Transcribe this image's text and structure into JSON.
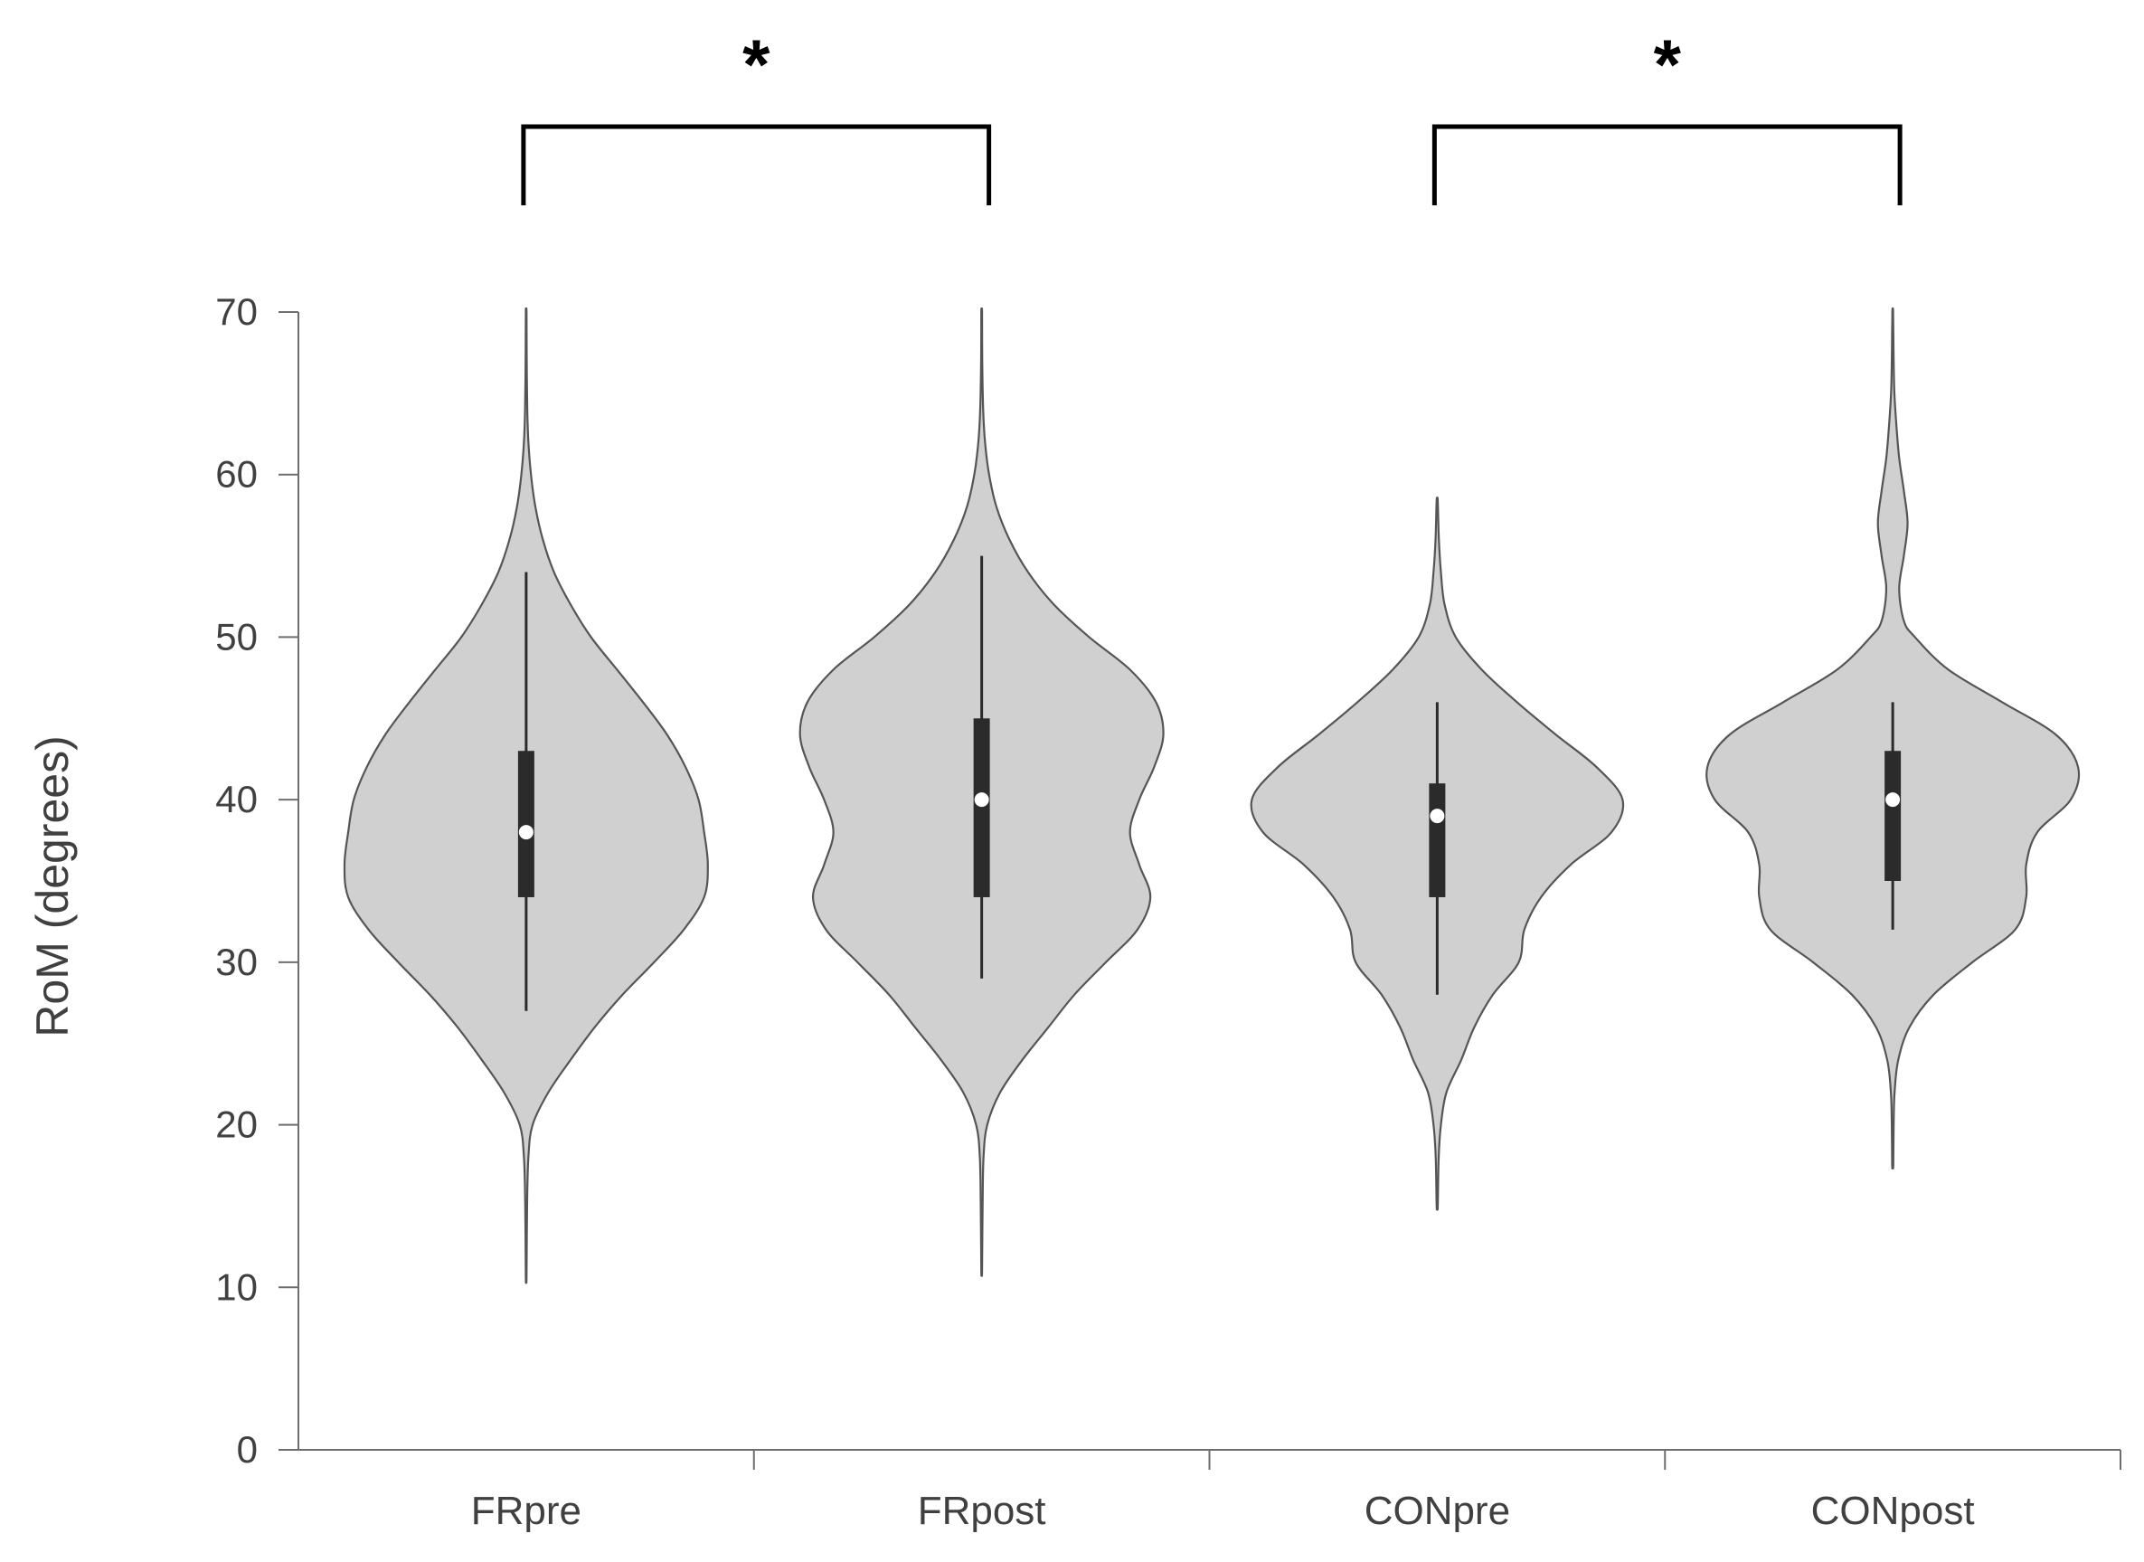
{
  "chart_data": {
    "type": "violin",
    "ylabel": "RoM (degrees)",
    "xlabel": "",
    "title": "",
    "ylim": [
      0,
      70
    ],
    "yticks": [
      "0",
      "10",
      "20",
      "30",
      "40",
      "50",
      "60",
      "70"
    ],
    "categories": [
      "FRpre",
      "FRpost",
      "CONpre",
      "CONpost"
    ],
    "violins": [
      {
        "category": "FRpre",
        "min": 10.6,
        "max": 70,
        "whisker_low": 27,
        "whisker_high": 54,
        "q1": 34,
        "q3": 43,
        "median": 38,
        "density": [
          [
            10.6,
            0.002
          ],
          [
            15,
            0.005
          ],
          [
            18,
            0.012
          ],
          [
            20,
            0.035
          ],
          [
            22,
            0.12
          ],
          [
            24,
            0.24
          ],
          [
            26,
            0.37
          ],
          [
            28,
            0.52
          ],
          [
            30,
            0.69
          ],
          [
            32,
            0.85
          ],
          [
            34,
            0.96
          ],
          [
            36,
            0.98
          ],
          [
            38,
            0.96
          ],
          [
            40,
            0.93
          ],
          [
            42,
            0.86
          ],
          [
            44,
            0.76
          ],
          [
            46,
            0.63
          ],
          [
            48,
            0.49
          ],
          [
            50,
            0.35
          ],
          [
            52,
            0.24
          ],
          [
            54,
            0.15
          ],
          [
            56,
            0.09
          ],
          [
            58,
            0.05
          ],
          [
            60,
            0.026
          ],
          [
            62,
            0.012
          ],
          [
            64,
            0.006
          ],
          [
            67,
            0.003
          ],
          [
            70,
            0.002
          ]
        ]
      },
      {
        "category": "FRpost",
        "min": 11.0,
        "max": 70,
        "whisker_low": 29,
        "whisker_high": 55,
        "q1": 34,
        "q3": 45,
        "median": 40,
        "density": [
          [
            11,
            0.002
          ],
          [
            15,
            0.005
          ],
          [
            18,
            0.01
          ],
          [
            20,
            0.03
          ],
          [
            22,
            0.1
          ],
          [
            24,
            0.22
          ],
          [
            26,
            0.36
          ],
          [
            28,
            0.5
          ],
          [
            30,
            0.67
          ],
          [
            32,
            0.84
          ],
          [
            34,
            0.91
          ],
          [
            36,
            0.85
          ],
          [
            38,
            0.8
          ],
          [
            40,
            0.85
          ],
          [
            42,
            0.93
          ],
          [
            44,
            0.98
          ],
          [
            46,
            0.94
          ],
          [
            48,
            0.8
          ],
          [
            50,
            0.58
          ],
          [
            52,
            0.39
          ],
          [
            54,
            0.25
          ],
          [
            56,
            0.15
          ],
          [
            58,
            0.08
          ],
          [
            60,
            0.04
          ],
          [
            62,
            0.018
          ],
          [
            64,
            0.008
          ],
          [
            67,
            0.003
          ],
          [
            70,
            0.002
          ]
        ]
      },
      {
        "category": "CONpre",
        "min": 15.0,
        "max": 58.4,
        "whisker_low": 28,
        "whisker_high": 46,
        "q1": 34,
        "q3": 41,
        "median": 39,
        "density": [
          [
            15,
            0.003
          ],
          [
            18,
            0.008
          ],
          [
            20,
            0.02
          ],
          [
            22,
            0.05
          ],
          [
            24,
            0.13
          ],
          [
            26,
            0.2
          ],
          [
            28,
            0.3
          ],
          [
            30,
            0.44
          ],
          [
            32,
            0.47
          ],
          [
            34,
            0.56
          ],
          [
            36,
            0.72
          ],
          [
            38,
            0.94
          ],
          [
            40,
            1.0
          ],
          [
            42,
            0.86
          ],
          [
            44,
            0.64
          ],
          [
            46,
            0.43
          ],
          [
            48,
            0.24
          ],
          [
            50,
            0.1
          ],
          [
            52,
            0.04
          ],
          [
            54,
            0.02
          ],
          [
            56,
            0.009
          ],
          [
            58.4,
            0.003
          ]
        ]
      },
      {
        "category": "CONpost",
        "min": 17.5,
        "max": 70,
        "whisker_low": 32,
        "whisker_high": 46,
        "q1": 35,
        "q3": 43,
        "median": 40,
        "density": [
          [
            17.5,
            0.003
          ],
          [
            20,
            0.005
          ],
          [
            22,
            0.01
          ],
          [
            24,
            0.03
          ],
          [
            26,
            0.09
          ],
          [
            28,
            0.22
          ],
          [
            30,
            0.43
          ],
          [
            32,
            0.66
          ],
          [
            34,
            0.72
          ],
          [
            36,
            0.72
          ],
          [
            38,
            0.78
          ],
          [
            40,
            0.96
          ],
          [
            42,
            1.0
          ],
          [
            44,
            0.88
          ],
          [
            46,
            0.59
          ],
          [
            48,
            0.3
          ],
          [
            50,
            0.12
          ],
          [
            51,
            0.06
          ],
          [
            53,
            0.035
          ],
          [
            55,
            0.06
          ],
          [
            57,
            0.08
          ],
          [
            59,
            0.06
          ],
          [
            61,
            0.035
          ],
          [
            63,
            0.02
          ],
          [
            65,
            0.009
          ],
          [
            67,
            0.005
          ],
          [
            70,
            0.002
          ]
        ]
      }
    ],
    "significance": [
      {
        "from": "FRpre",
        "to": "FRpost",
        "label": "*"
      },
      {
        "from": "CONpre",
        "to": "CONpost",
        "label": "*"
      }
    ],
    "colors": {
      "violin_fill": "#d0d0d0",
      "violin_stroke": "#555555",
      "box": "#2b2b2b",
      "median": "#ffffff",
      "axis": "#6e6e6e",
      "bracket": "#000000"
    }
  }
}
